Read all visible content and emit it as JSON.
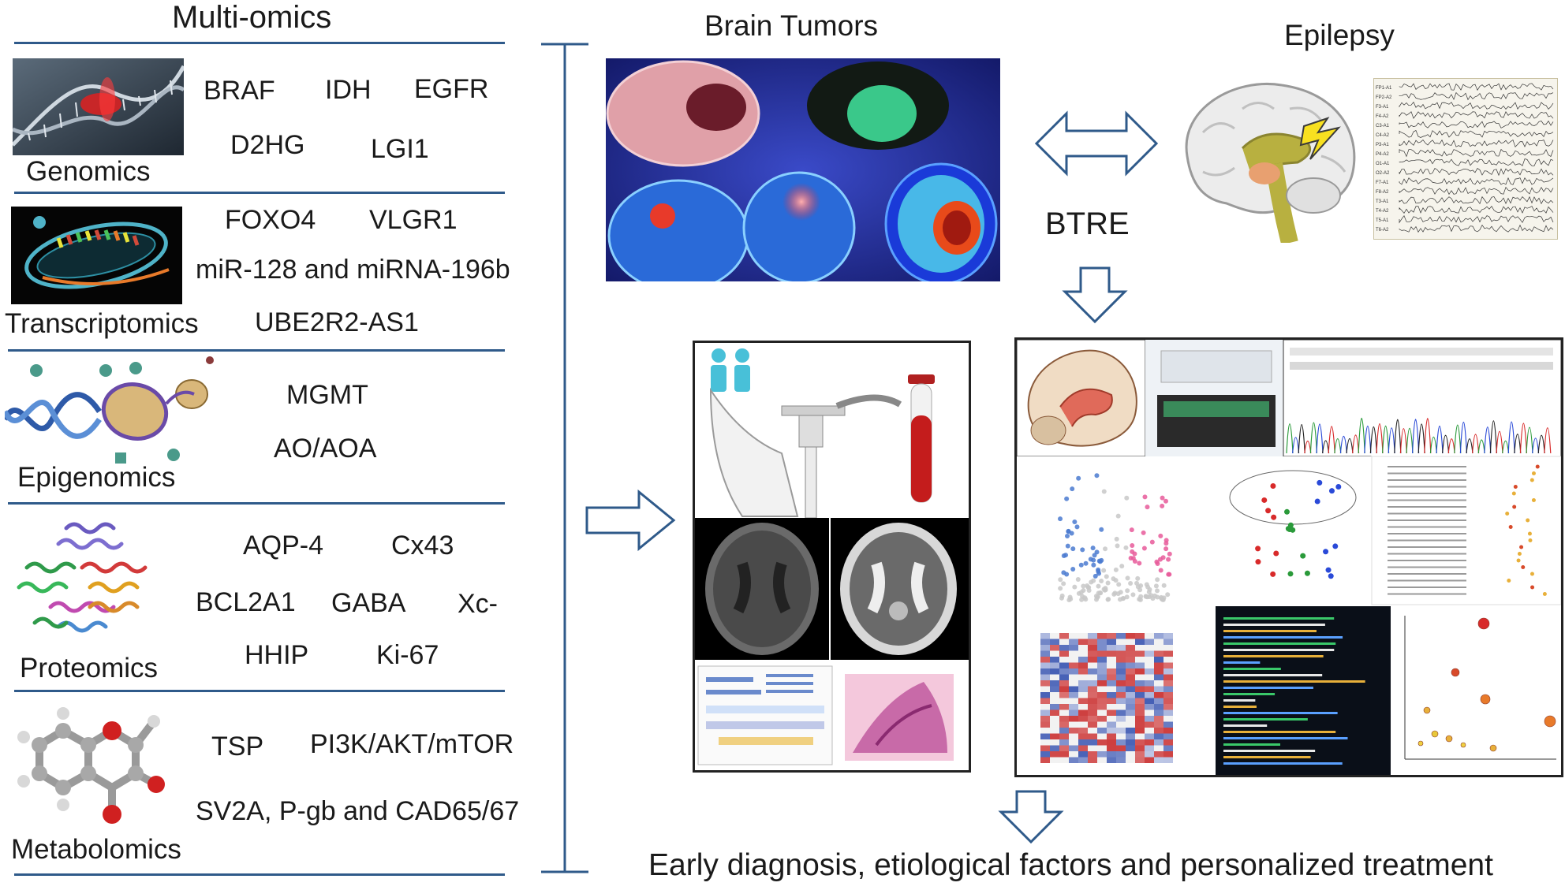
{
  "left": {
    "heading": "Multi-omics",
    "sections": [
      {
        "name": "Genomics",
        "markers": [
          "BRAF",
          "IDH",
          "EGFR",
          "D2HG",
          "LGI1"
        ]
      },
      {
        "name": "Transcriptomics",
        "markers": [
          "FOXO4",
          "VLGR1",
          "miR-128 and miRNA-196b",
          "UBE2R2-AS1"
        ]
      },
      {
        "name": "Epigenomics",
        "markers": [
          "MGMT",
          "AO/AOA"
        ]
      },
      {
        "name": "Proteomics",
        "markers": [
          "AQP-4",
          "Cx43",
          "BCL2A1",
          "GABA",
          "Xc-",
          "HHIP",
          "Ki-67"
        ]
      },
      {
        "name": "Metabolomics",
        "markers": [
          "TSP",
          "PI3K/AKT/mTOR",
          "SV2A, P-gb and CAD65/67"
        ]
      }
    ]
  },
  "right": {
    "brain_tumors": "Brain Tumors",
    "epilepsy": "Epilepsy",
    "link": "BTRE",
    "outcome": "Early diagnosis, etiological factors and personalized treatment"
  },
  "eeg_channels": [
    "FP1-A1",
    "FP2-A2",
    "F3-A1",
    "F4-A2",
    "C3-A1",
    "C4-A2",
    "P3-A1",
    "P4-A2",
    "O1-A1",
    "O2-A2",
    "F7-A1",
    "F8-A2",
    "T3-A1",
    "T4-A2",
    "T5-A1",
    "T6-A2"
  ],
  "colors": {
    "rule": "#2f5a8a",
    "arrow": "#2f5a8a"
  }
}
